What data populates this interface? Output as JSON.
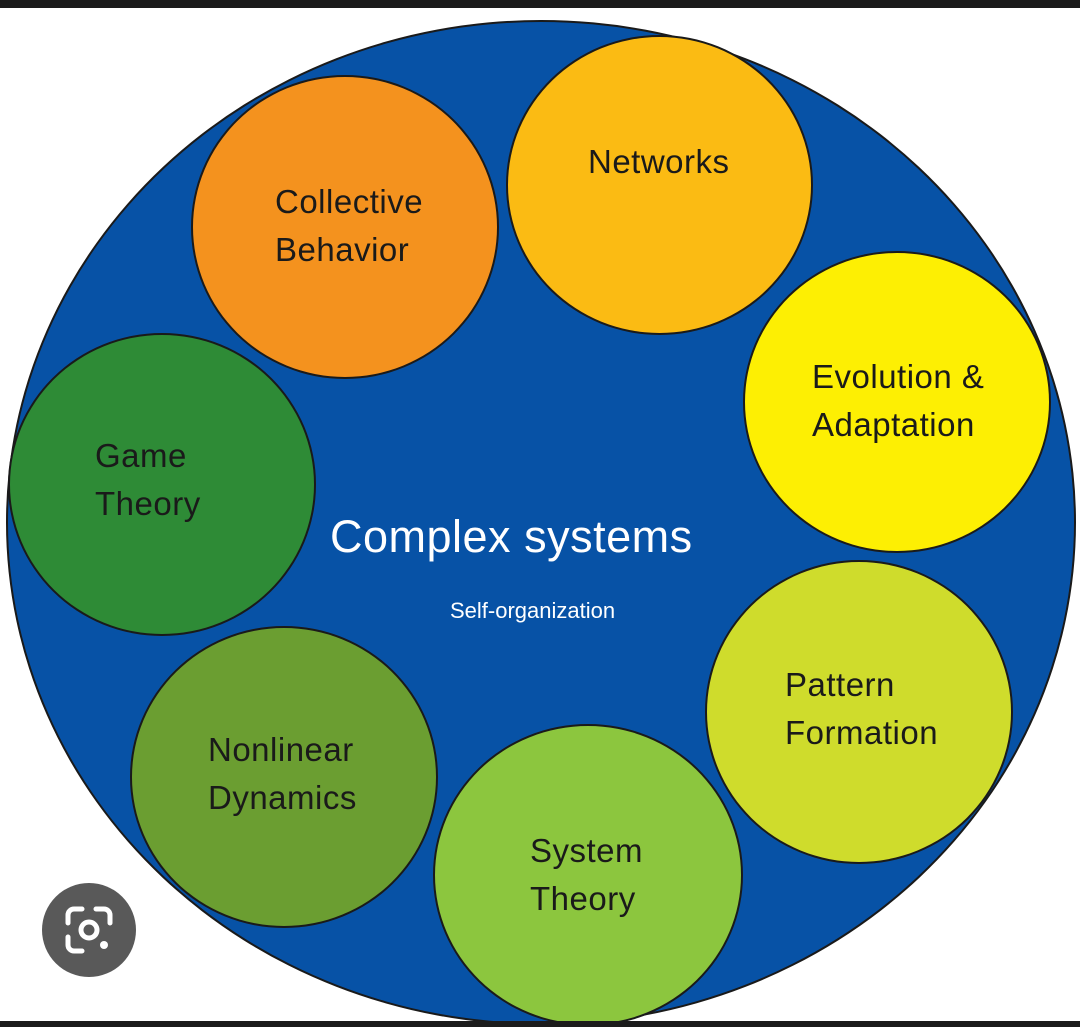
{
  "colors": {
    "outer_circle": "#0752a6",
    "collective_behavior": "#f4921e",
    "networks": "#fbbb13",
    "evolution_adaptation": "#fdef03",
    "pattern_formation": "#cfdc2c",
    "system_theory": "#8cc63e",
    "nonlinear_dynamics": "#6b9e31",
    "game_theory": "#2e8b36",
    "title_text": "#ffffff",
    "bubble_text": "#1a1a1a"
  },
  "center": {
    "title": "Complex systems",
    "subtitle": "Self-organization"
  },
  "topics": [
    {
      "id": "collective-behavior",
      "lines": [
        "Collective",
        "Behavior"
      ]
    },
    {
      "id": "networks",
      "lines": [
        "Networks"
      ]
    },
    {
      "id": "evolution-adaptation",
      "lines": [
        "Evolution &",
        "Adaptation"
      ]
    },
    {
      "id": "pattern-formation",
      "lines": [
        "Pattern",
        "Formation"
      ]
    },
    {
      "id": "system-theory",
      "lines": [
        "System",
        "Theory"
      ]
    },
    {
      "id": "nonlinear-dynamics",
      "lines": [
        "Nonlinear",
        "Dynamics"
      ]
    },
    {
      "id": "game-theory",
      "lines": [
        "Game",
        "Theory"
      ]
    }
  ],
  "overlay": {
    "lens_icon": "google-lens-icon"
  }
}
